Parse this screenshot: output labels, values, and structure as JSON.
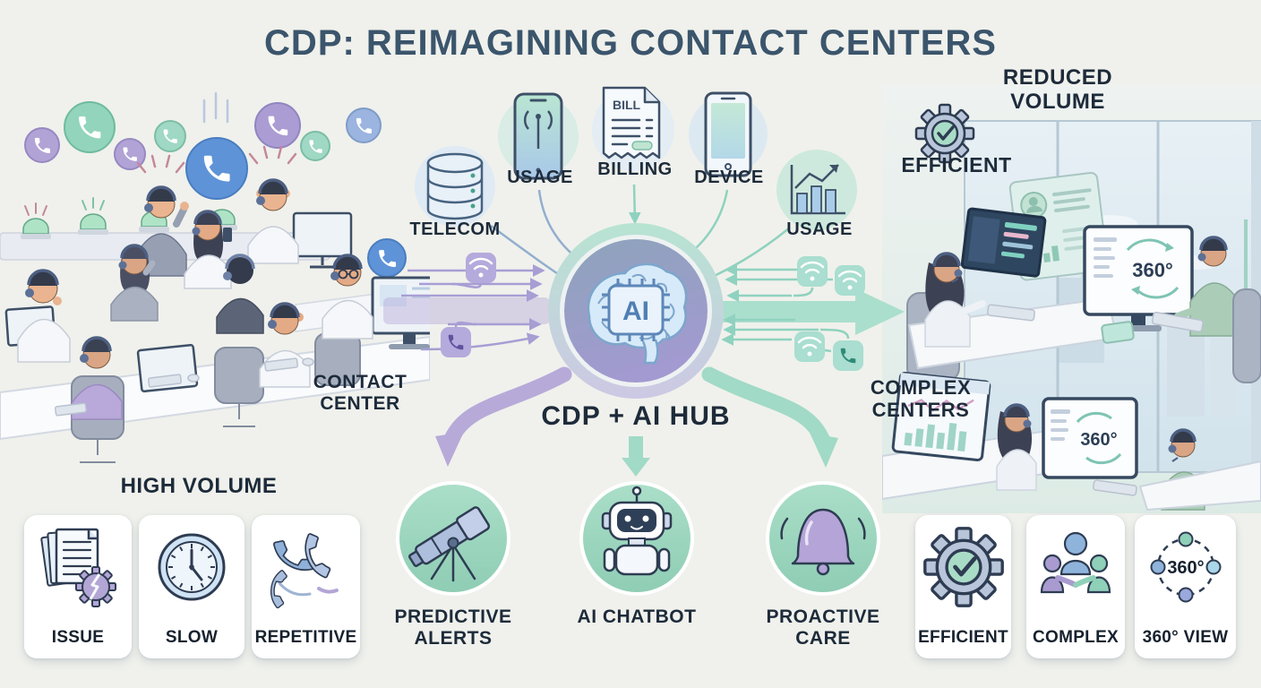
{
  "title": "CDP: REIMAGINING CONTACT CENTERS",
  "colors": {
    "background": "#f0f1ec",
    "title_color": "#3b556c",
    "label_color": "#1d2b3a",
    "accent_teal": "#97d8c5",
    "accent_purple": "#b1a4d8",
    "accent_blue": "#8fb4dc",
    "mint_circle": "#a9dcc6",
    "card_background": "#ffffff"
  },
  "sources": {
    "items": [
      {
        "label": "TELECOM",
        "icon": "database-icon"
      },
      {
        "label": "USAGE",
        "icon": "mobile-signal-icon"
      },
      {
        "label": "BILLING",
        "icon": "bill-document-icon",
        "doc_text": "BILL"
      },
      {
        "label": "DEVICE",
        "icon": "smartphone-icon"
      },
      {
        "label": "USAGE",
        "icon": "bar-chart-icon"
      }
    ]
  },
  "hub": {
    "label": "CDP + AI HUB",
    "chip_text": "AI"
  },
  "left_scene": {
    "contact_center_label": "CONTACT\nCENTER",
    "high_volume_label": "HIGH VOLUME",
    "pain_points": [
      {
        "label": "ISSUE",
        "icon": "broken-process-icon"
      },
      {
        "label": "SLOW",
        "icon": "clock-icon"
      },
      {
        "label": "REPETITIVE",
        "icon": "tangled-phones-icon"
      }
    ]
  },
  "outcomes": [
    {
      "label": "PREDICTIVE\nALERTS",
      "icon": "telescope-icon"
    },
    {
      "label": "AI CHATBOT",
      "icon": "robot-icon"
    },
    {
      "label": "PROACTIVE\nCARE",
      "icon": "bell-icon"
    }
  ],
  "right_scene": {
    "reduced_volume_label": "REDUCED VOLUME",
    "efficient_label": "EFFICIENT",
    "complex_centers_label": "COMPLEX\nCENTERS",
    "monitor_screen_text": "360°",
    "benefits": [
      {
        "label": "EFFICIENT",
        "icon": "gear-check-icon"
      },
      {
        "label": "COMPLEX",
        "icon": "team-icon"
      },
      {
        "label": "360° VIEW",
        "icon": "360-view-icon",
        "icon_text": "360°"
      }
    ]
  }
}
